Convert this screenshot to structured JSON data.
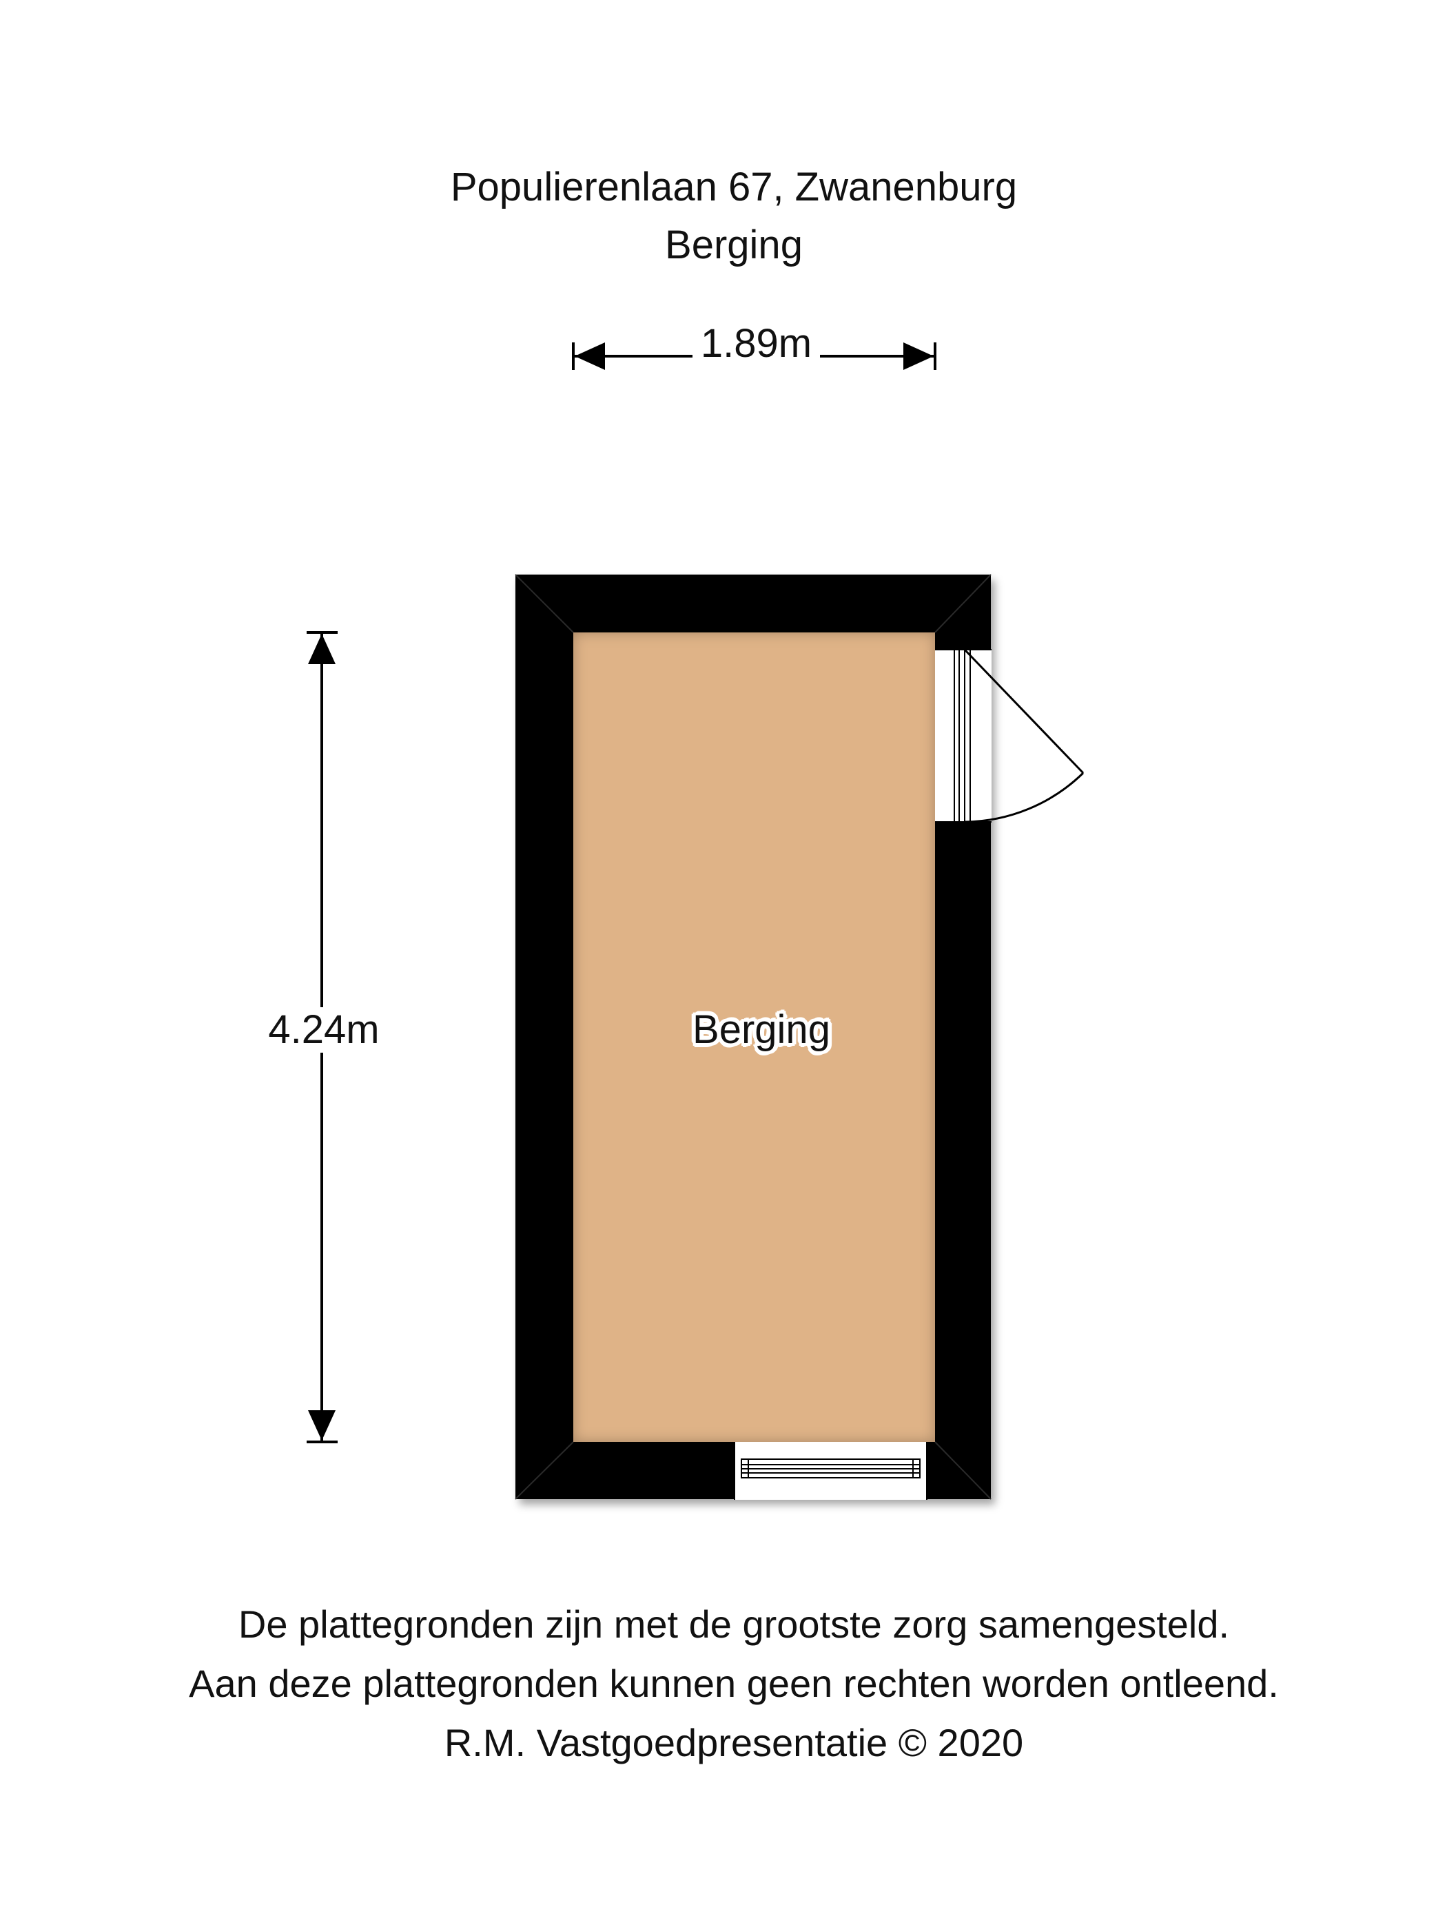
{
  "header": {
    "address": "Populierenlaan 67, Zwanenburg",
    "floor": "Berging"
  },
  "dimensions": {
    "width": "1.89m",
    "height": "4.24m"
  },
  "room": {
    "name": "Berging",
    "floor_color": "#DFB387",
    "wall_color": "#000000"
  },
  "footer": {
    "line1": "De plattegronden zijn met de grootste zorg samengesteld.",
    "line2": "Aan deze plattegronden kunnen geen rechten worden ontleend.",
    "line3": "R.M. Vastgoedpresentatie © 2020"
  }
}
